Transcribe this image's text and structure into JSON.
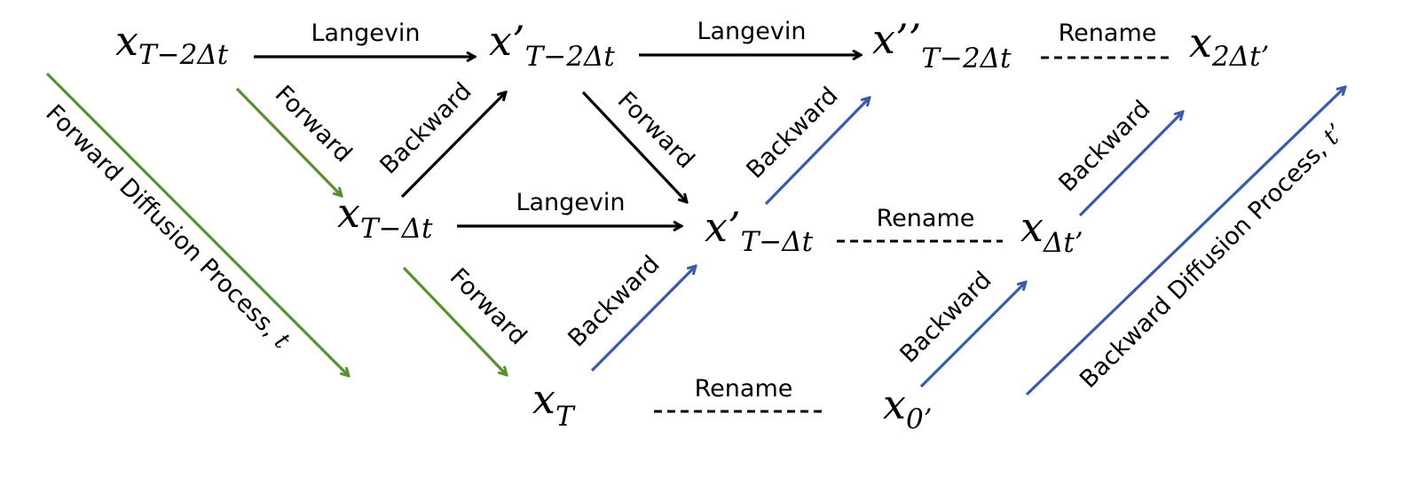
{
  "nodes": {
    "x_t2": {
      "base": "x",
      "prime": "",
      "sub": "T−2Δt"
    },
    "x_p_t2": {
      "base": "x",
      "prime": "’",
      "sub": "T−2Δt"
    },
    "x_pp_t2": {
      "base": "x",
      "prime": "’’",
      "sub": "T−2Δt"
    },
    "x_2dt": {
      "base": "x",
      "prime": "",
      "sub": "2Δt’"
    },
    "x_t1": {
      "base": "x",
      "prime": "",
      "sub": "T−Δt"
    },
    "x_p_t1": {
      "base": "x",
      "prime": "’",
      "sub": "T−Δt"
    },
    "x_dt": {
      "base": "x",
      "prime": "",
      "sub": "Δt’"
    },
    "x_T": {
      "base": "x",
      "prime": "",
      "sub": "T"
    },
    "x_0": {
      "base": "x",
      "prime": "",
      "sub": "0’"
    }
  },
  "labels": {
    "langevin": "Langevin",
    "rename": "Rename",
    "forward": "Forward",
    "backward": "Backward",
    "forward_process": "Forward Diffusion Process, ",
    "forward_process_var": "t",
    "backward_process": "Backward Diffusion Process, ",
    "backward_process_var": "t’"
  },
  "colors": {
    "black": "#000000",
    "green": "#5b8f32",
    "blue": "#3a5ca6"
  }
}
